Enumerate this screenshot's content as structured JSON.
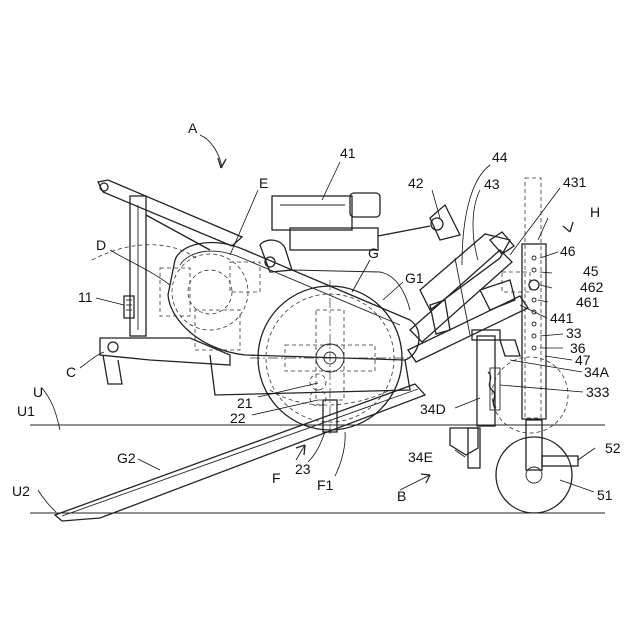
{
  "labels": {
    "A": "A",
    "B": "B",
    "C": "C",
    "D": "D",
    "E": "E",
    "F": "F",
    "F1": "F1",
    "G": "G",
    "G1": "G1",
    "G2": "G2",
    "H": "H",
    "U": "U",
    "U1": "U1",
    "U2": "U2",
    "n11": "11",
    "n21": "21",
    "n22": "22",
    "n23": "23",
    "n33": "33",
    "n333": "333",
    "n34A": "34A",
    "n34D": "34D",
    "n34E": "34E",
    "n36": "36",
    "n41": "41",
    "n42": "42",
    "n43": "43",
    "n44": "44",
    "n431": "431",
    "n441": "441",
    "n45": "45",
    "n46": "46",
    "n461": "461",
    "n462": "462",
    "n47": "47",
    "n51": "51",
    "n52": "52"
  }
}
